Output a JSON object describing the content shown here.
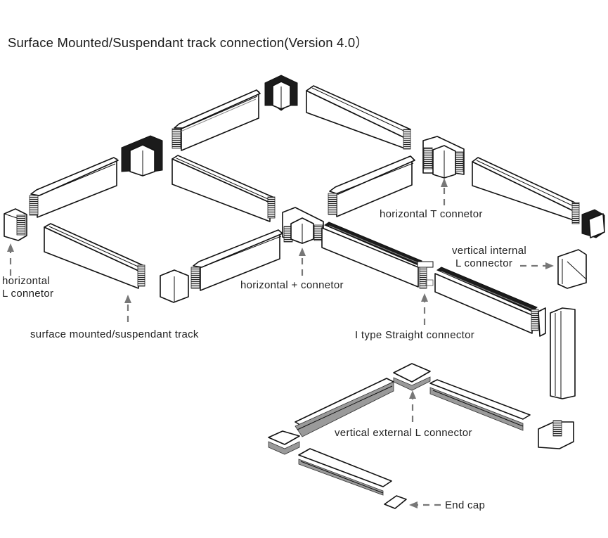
{
  "title": "Surface Mounted/Suspendant track connection(Version 4.0）",
  "labels": {
    "horizontal_l_line1": "horizontal",
    "horizontal_l_line2": "L connetor",
    "surface_track": "surface mounted/suspendant track",
    "horizontal_plus": "horizontal + connetor",
    "horizontal_t": "horizontal T connetor",
    "vertical_internal_line1": "vertical internal",
    "vertical_internal_line2": "L connector",
    "i_type": "I type Straight connector",
    "vertical_external": "vertical external L connector",
    "end_cap": "End cap"
  },
  "components": [
    {
      "id": "horizontal-l-connector",
      "icon": "corner-connector-icon"
    },
    {
      "id": "surface-track",
      "icon": "track-profile-icon"
    },
    {
      "id": "horizontal-plus-connector",
      "icon": "cross-connector-icon"
    },
    {
      "id": "horizontal-t-connector",
      "icon": "t-connector-icon"
    },
    {
      "id": "vertical-internal-l-connector",
      "icon": "internal-corner-icon"
    },
    {
      "id": "i-type-straight-connector",
      "icon": "straight-connector-icon"
    },
    {
      "id": "vertical-external-l-connector",
      "icon": "external-corner-icon"
    },
    {
      "id": "end-cap",
      "icon": "end-cap-icon"
    }
  ]
}
